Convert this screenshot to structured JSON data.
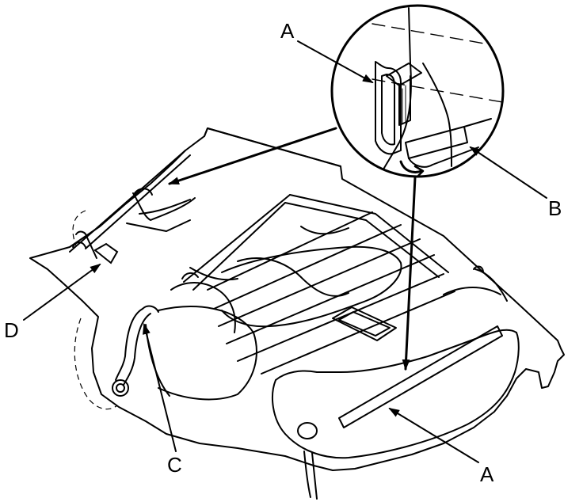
{
  "callouts": {
    "a_detail": "A",
    "b": "B",
    "d": "D",
    "c": "C",
    "a_seat": "A"
  },
  "colors": {
    "line": "#000000",
    "background": "#ffffff"
  }
}
